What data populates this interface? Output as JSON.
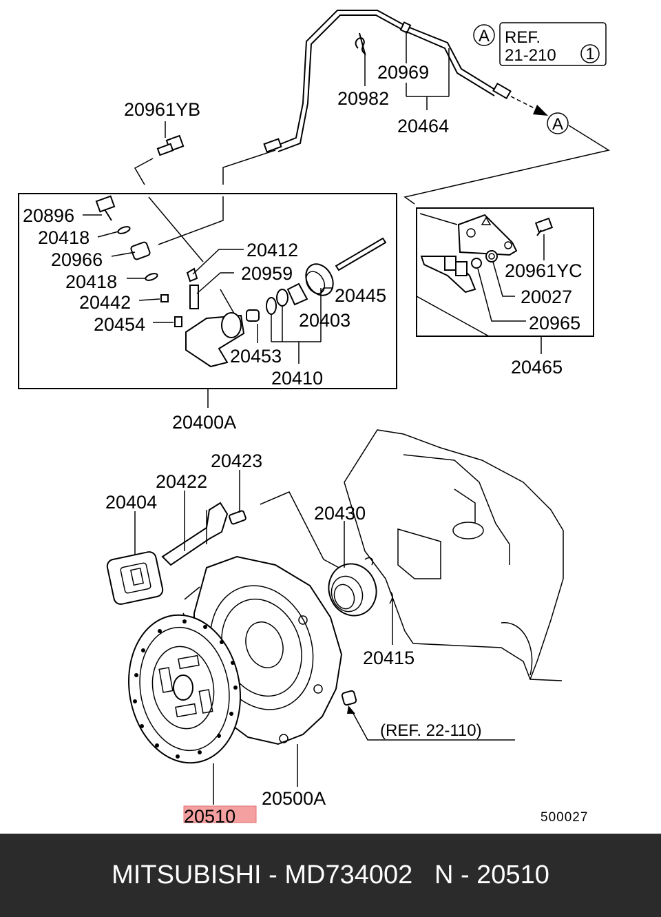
{
  "labels": {
    "p20961YB": "20961YB",
    "p20982": "20982",
    "p20969": "20969",
    "p20464": "20464",
    "callout_a_top": "A",
    "callout_a_arrow": "A",
    "ref_top_line1": "REF.",
    "ref_top_line2": "21-210",
    "ref_top_circle": "1",
    "p20896": "20896",
    "p20418a": "20418",
    "p20966": "20966",
    "p20418b": "20418",
    "p20442": "20442",
    "p20454": "20454",
    "p20412": "20412",
    "p20959": "20959",
    "p20445": "20445",
    "p20403": "20403",
    "p20453": "20453",
    "p20410": "20410",
    "p20400A": "20400A",
    "p20961YC": "20961YC",
    "p20027": "20027",
    "p20965": "20965",
    "p20465": "20465",
    "p20423": "20423",
    "p20422": "20422",
    "p20404": "20404",
    "p20430": "20430",
    "p20415": "20415",
    "ref_bottom": "(REF. 22-110)",
    "p20500A": "20500A",
    "p20510": "20510",
    "diagram_code": "500027"
  },
  "highlight_color": "#f4a0a0",
  "footer": {
    "text": "MITSUBISHI - MD734002   N - 20510",
    "background": "#2b2b2b",
    "color": "#ffffff"
  }
}
